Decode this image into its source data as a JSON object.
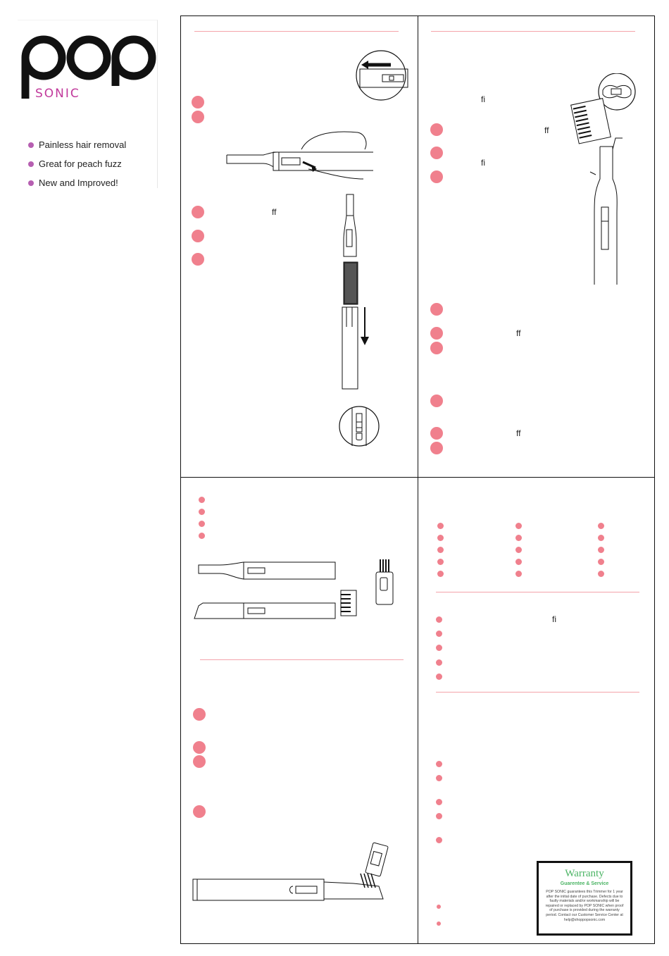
{
  "brand": {
    "word": "pop",
    "sub": "SONIC",
    "accent": "#c1399b",
    "dot_color": "#b65fb1"
  },
  "features": [
    "Painless hair removal",
    "Great for peach fuzz",
    "New and Improved!"
  ],
  "colors": {
    "step_pink": "#f0808d",
    "rule_pink": "#f4a3aa",
    "warranty_green": "#4bb464"
  },
  "ligatures": {
    "l1": "ff",
    "r1": "fi",
    "r2": "ff",
    "r3": "fi",
    "r4": "ff",
    "r5": "ff",
    "r6": "fi"
  },
  "warranty": {
    "title": "Warranty",
    "subtitle": "Guarentee & Service",
    "body": "POP SONIC guarantees this Trimmer for 1 year after the initial date of purchase. Defects due to faulty materials and/or workmanship will be repaired or replaced by POP SONIC when proof of purchase is provided during the warranty period. Contact our Customer Service Center at help@shoppopsonic.com"
  }
}
